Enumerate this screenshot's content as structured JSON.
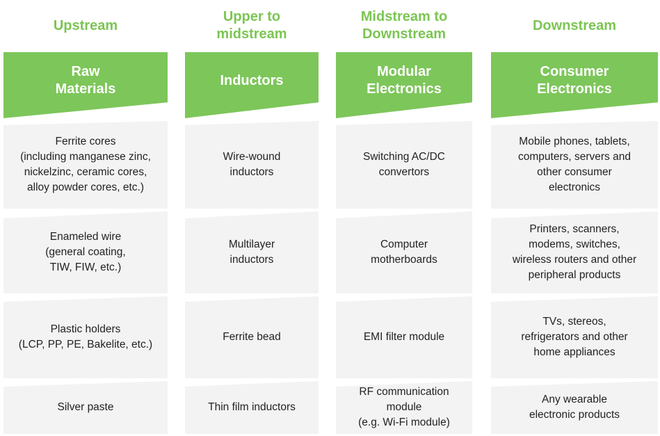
{
  "columns": [
    {
      "stage": "Upstream",
      "header": "Raw\nMaterials",
      "items": [
        "Ferrite cores\n(including manganese zinc,\nnickelzinc, ceramic cores,\nalloy powder cores, etc.)",
        "Enameled wire\n(general coating,\nTIW, FIW, etc.)",
        "Plastic holders\n(LCP, PP, PE, Bakelite, etc.)",
        "Silver paste"
      ]
    },
    {
      "stage": "Upper to\nmidstream",
      "header": "Inductors",
      "items": [
        "Wire-wound\ninductors",
        "Multilayer\ninductors",
        "Ferrite bead",
        "Thin film inductors"
      ]
    },
    {
      "stage": "Midstream to\nDownstream",
      "header": "Modular\nElectronics",
      "items": [
        "Switching AC/DC\nconvertors",
        "Computer\nmotherboards",
        "EMI filter module",
        "RF communication\nmodule\n(e.g. Wi-Fi module)"
      ]
    },
    {
      "stage": "Downstream",
      "header": "Consumer\nElectronics",
      "items": [
        "Mobile phones, tablets,\ncomputers, servers and\nother consumer\nelectronics",
        "Printers, scanners,\nmodems, switches,\nwireless routers and other\nperipheral products",
        "TVs, stereos,\nrefrigerators and other\nhome appliances",
        "Any wearable\nelectronic products"
      ]
    }
  ]
}
